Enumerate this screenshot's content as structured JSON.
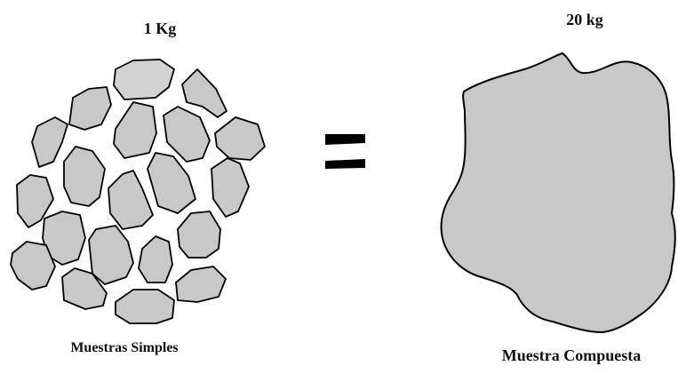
{
  "diagram": {
    "left_weight": "1 Kg",
    "right_weight": "20 kg",
    "left_caption": "Muestras Simples",
    "right_caption": "Muestra Compuesta",
    "stone_fill": "#c8c8c8",
    "outline_color": "#000000"
  }
}
